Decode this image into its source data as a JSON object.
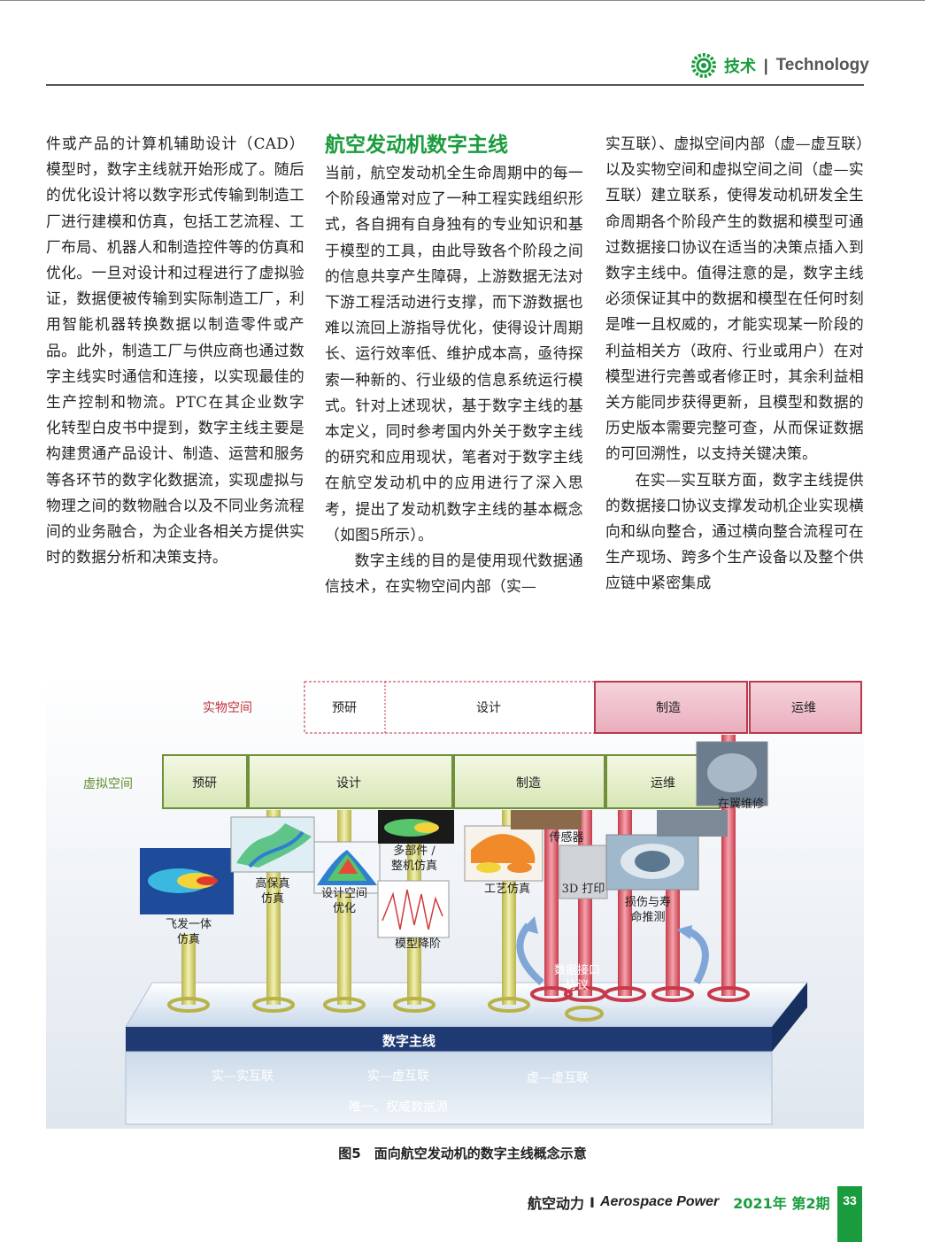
{
  "header": {
    "section_cn": "技术",
    "separator": "|",
    "section_en": "Technology"
  },
  "columns": {
    "col1": [
      "件或产品的计算机辅助设计（CAD）模型时，数字主线就开始形成了。随后的优化设计将以数字形式传输到制造工厂进行建模和仿真，包括工艺流程、工厂布局、机器人和制造控件等的仿真和优化。一旦对设计和过程进行了虚拟验证，数据便被传输到实际制造工厂，利用智能机器转换数据以制造零件或产品。此外，制造工厂与供应商也通过数字主线实时通信和连接，以实现最佳的生产控制和物流。PTC在其企业数字化转型白皮书中提到，数字主线主要是构建贯通产品设计、制造、运营和服务等各环节的数字化数据流，实现虚拟与物理之间的数物融合以及不同业务流程间的业务融合，为企业各相关方提供实时的数据分析和决策支持。"
    ],
    "col2_title": "航空发动机数字主线",
    "col2": [
      "当前，航空发动机全生命周期中的每一个阶段通常对应了一种工程实践组织形式，各自拥有自身独有的专业知识和基于模型的工具，由此导致各个阶段之间的信息共享产生障碍，上游数据无法对下游工程活动进行支撑，而下游数据也难以流回上游指导优化，使得设计周期长、运行效率低、维护成本高，亟待探索一种新的、行业级的信息系统运行模式。针对上述现状，基于数字主线的基本定义，同时参考国内外关于数字主线的研究和应用现状，笔者对于数字主线在航空发动机中的应用进行了深入思考，提出了发动机数字主线的基本概念（如图5所示）。",
      "数字主线的目的是使用现代数据通信技术，在实物空间内部（实—"
    ],
    "col3": [
      "实互联）、虚拟空间内部（虚—虚互联）以及实物空间和虚拟空间之间（虚—实互联）建立联系，使得发动机研发全生命周期各个阶段产生的数据和模型可通过数据接口协议在适当的决策点插入到数字主线中。值得注意的是，数字主线必须保证其中的数据和模型在任何时刻是唯一且权威的，才能实现某一阶段的利益相关方（政府、行业或用户）在对模型进行完善或者修正时，其余利益相关方能同步获得更新，且模型和数据的历史版本需要完整可查，从而保证数据的可回溯性，以支持关键决策。",
      "在实—实互联方面，数字主线提供的数据接口协议支撑发动机企业实现横向和纵向整合，通过横向整合流程可在生产现场、跨多个生产设备以及整个供应链中紧密集成"
    ]
  },
  "figure": {
    "physical_space": "实物空间",
    "physical_stages": [
      "预研",
      "设计",
      "制造",
      "运维"
    ],
    "virtual_space": "虚拟空间",
    "virtual_stages": [
      "预研",
      "设计",
      "制造",
      "运维"
    ],
    "pillars": {
      "p1": [
        "飞发一体",
        "仿真"
      ],
      "p2": [
        "高保真",
        "仿真"
      ],
      "p3": [
        "设计空间",
        "优化"
      ],
      "p4": [
        "多部件 /",
        "整机仿真"
      ],
      "p5": "模型降阶",
      "p6": "工艺仿真",
      "p7": "传感器",
      "p8": "3D 打印",
      "p9": [
        "损伤与寿",
        "命推测"
      ],
      "p10": "在翼维修"
    },
    "interface": [
      "数据接口",
      "协议"
    ],
    "digital_thread": "数字主线",
    "base_labels": [
      "实—实互联",
      "实—虚互联",
      "虚—虚互联"
    ],
    "base_bottom": "唯一、权威数据源"
  },
  "caption": "图5　面向航空发动机的数字主线概念示意",
  "footer": {
    "journal_cn": "航空动力",
    "bar": "I",
    "journal_en": "Aerospace Power",
    "issue": "2021年 第2期",
    "page": "33"
  }
}
